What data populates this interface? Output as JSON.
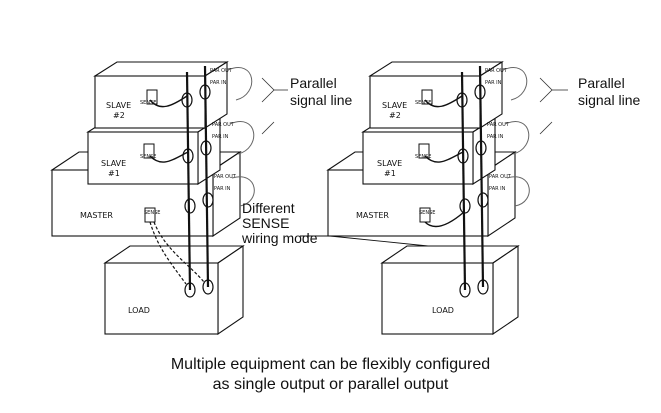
{
  "left_stack": {
    "slave2": "SLAVE\n#2",
    "slave1": "SLAVE\n#1",
    "master": "MASTER",
    "load": "LOAD"
  },
  "right_stack": {
    "slave2": "SLAVE\n#2",
    "slave1": "SLAVE\n#1",
    "master": "MASTER",
    "load": "LOAD"
  },
  "panel_labels": {
    "sense": "SENSE",
    "par_out": "PAR OUT",
    "par_in": "PAR IN"
  },
  "annotations": {
    "parallel_signal_left": [
      "Parallel",
      "signal line"
    ],
    "parallel_signal_right": [
      "Parallel",
      "signal line"
    ],
    "different_sense": [
      "Different",
      "SENSE",
      "wiring mode"
    ]
  },
  "caption": {
    "line1": "Multiple equipment can be flexibly configured",
    "line2": "as single output or parallel output"
  }
}
